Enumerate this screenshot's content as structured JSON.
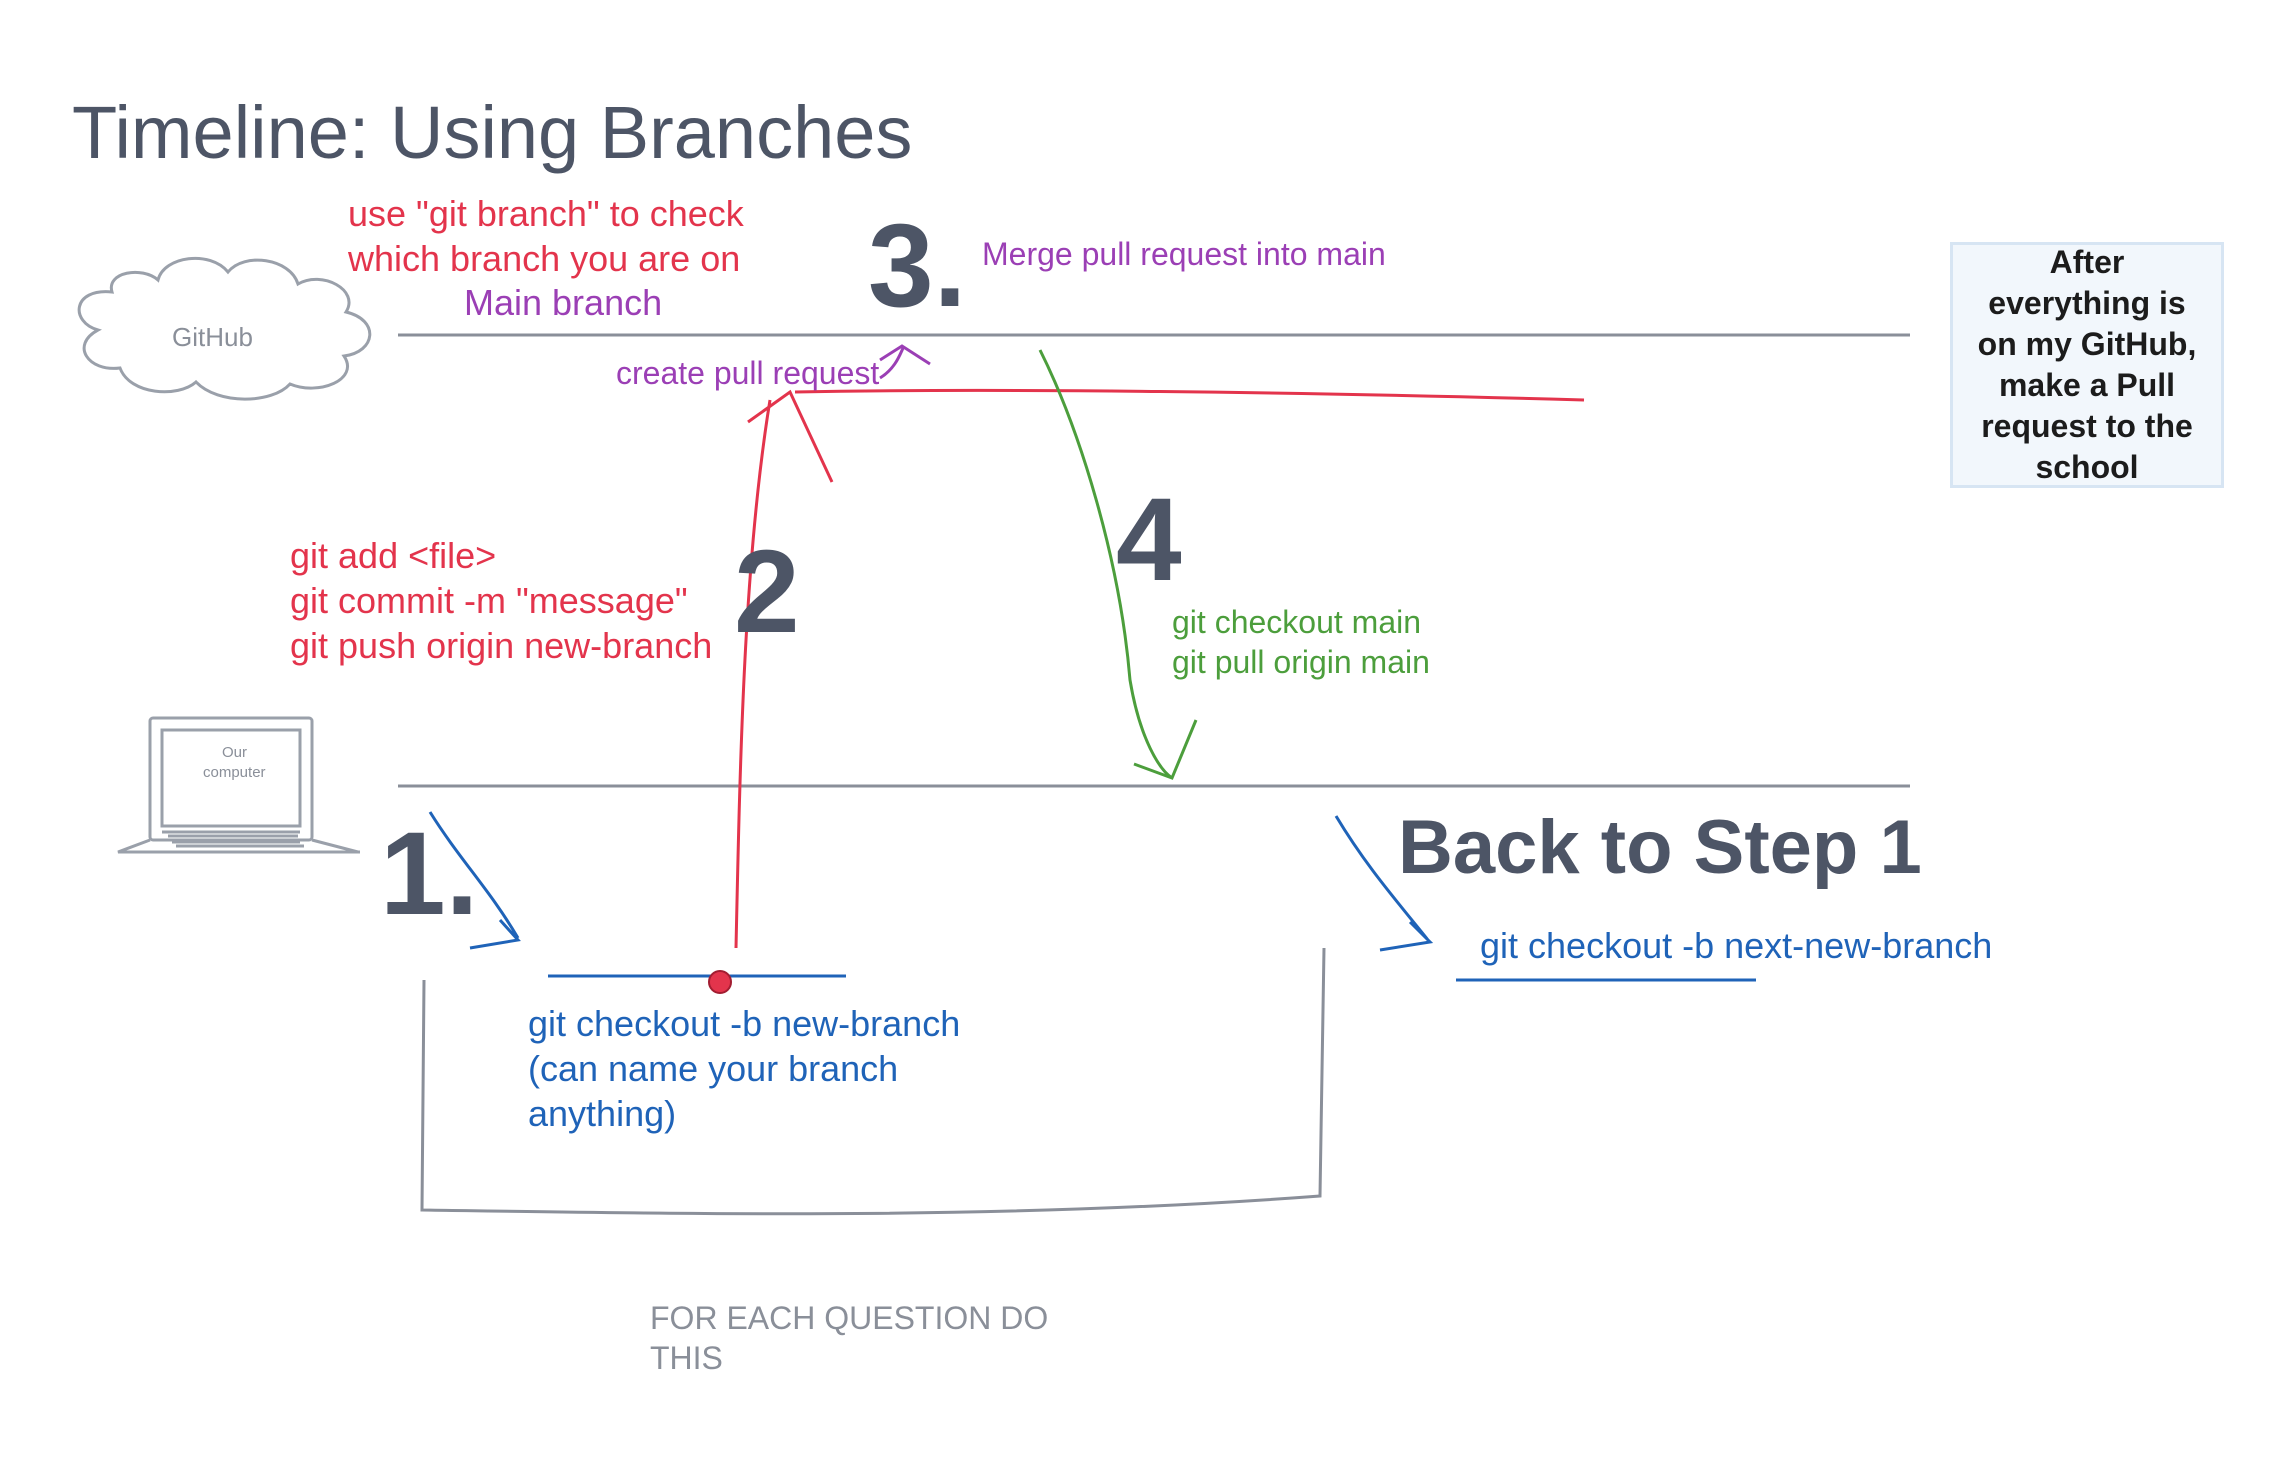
{
  "title": "Timeline: Using Branches",
  "cloud_label": "GitHub",
  "computer_label_line1": "Our",
  "computer_label_line2": "computer",
  "red_note": {
    "line1": "use \"git branch\" to check",
    "line2": "which branch you are on"
  },
  "main_branch_label": "Main branch",
  "step3": {
    "number": "3.",
    "label": "Merge pull request into main"
  },
  "create_pr_label": "create pull request",
  "git_commands": {
    "line1": "git add <file>",
    "line2": "git commit -m \"message\"",
    "line3": "git push origin new-branch"
  },
  "step2": {
    "number": "2"
  },
  "step4": {
    "number": "4",
    "line1": "git checkout main",
    "line2": "git pull origin main"
  },
  "step1": {
    "number": "1.",
    "line1": "git checkout -b new-branch",
    "line2": "(can name your branch",
    "line3": "anything)"
  },
  "back_to_step1": {
    "heading": "Back to Step 1",
    "command": "git checkout -b next-new-branch"
  },
  "sticky_note": "After everything is on my GitHub, make a Pull request to the school",
  "footer": {
    "line1": "FOR EACH QUESTION DO",
    "line2": "THIS"
  },
  "colors": {
    "title": "#4d5566",
    "red": "#e3344c",
    "purple": "#9b3fb5",
    "green": "#4c9e3c",
    "blue": "#1f63b8",
    "timeline": "#8a8f99"
  }
}
